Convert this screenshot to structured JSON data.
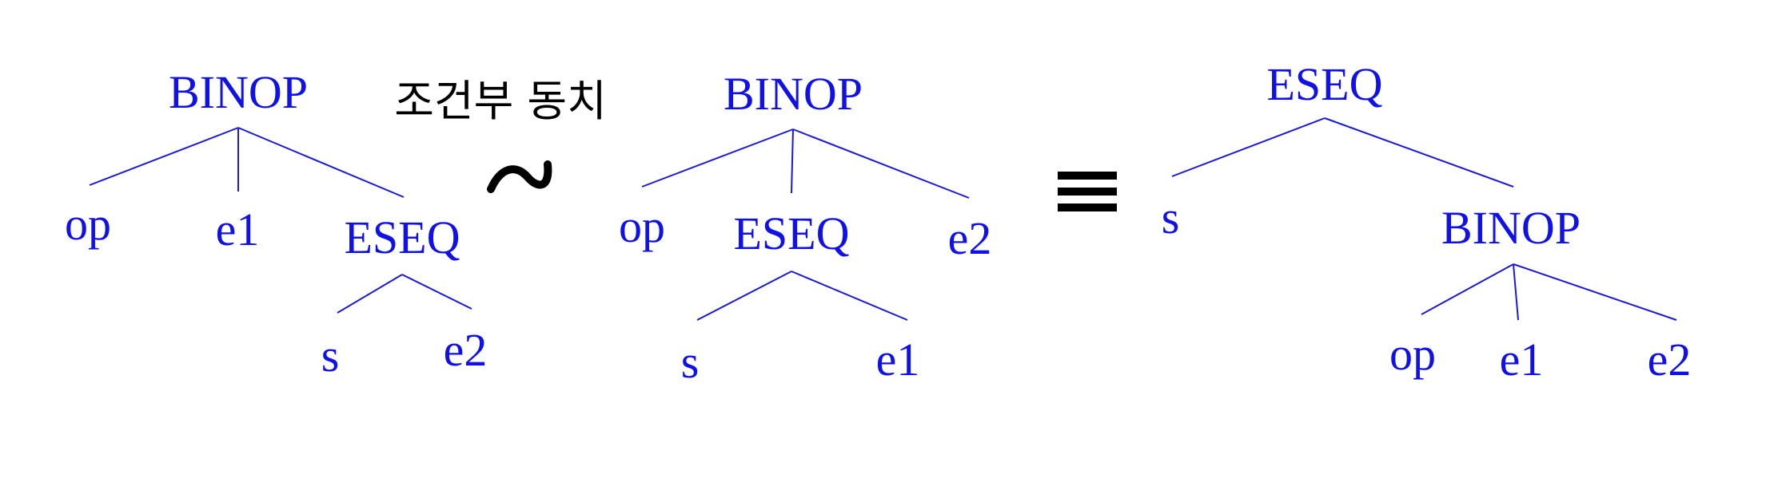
{
  "caption": {
    "conditional_equivalence": "조건부 동치"
  },
  "operators": {
    "equivalence_symbol": "≡"
  },
  "colors": {
    "node_text": "#1010e8",
    "edge": "#1a1ad8",
    "caption": "#000000"
  },
  "tree_left": {
    "root": "BINOP",
    "child_1": "op",
    "child_2": "e1",
    "child_3": "ESEQ",
    "grandchild_1": "s",
    "grandchild_2": "e2"
  },
  "tree_middle": {
    "root": "BINOP",
    "child_1": "op",
    "child_2": "ESEQ",
    "child_3": "e2",
    "grandchild_1": "s",
    "grandchild_2": "e1"
  },
  "tree_right": {
    "root": "ESEQ",
    "child_1": "s",
    "child_2": "BINOP",
    "grandchild_1": "op",
    "grandchild_2": "e1",
    "grandchild_3": "e2"
  }
}
